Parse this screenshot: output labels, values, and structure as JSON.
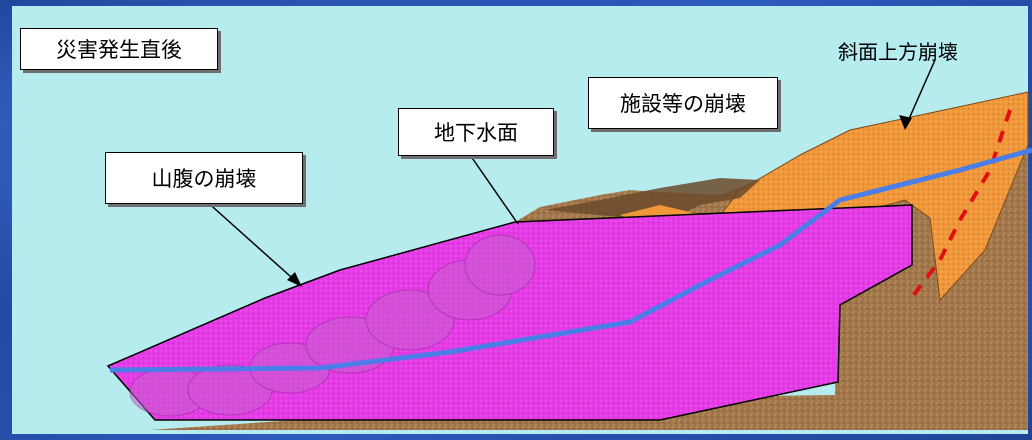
{
  "title": "災害発生直後",
  "labels": {
    "slope_upper_collapse": "斜面上方崩壊",
    "facility_collapse": "施設等の崩壊",
    "groundwater_surface": "地下水面",
    "hillside_collapse": "山腹の崩壊"
  },
  "colors": {
    "background_blue": "#1c3f8a",
    "sky": "#b7ecef",
    "soil": "#a0764a",
    "slide_magenta": "#e43be6",
    "facility_orange": "#f0973a",
    "groundwater_line": "#4b7de8",
    "failure_line": "#e01010"
  }
}
